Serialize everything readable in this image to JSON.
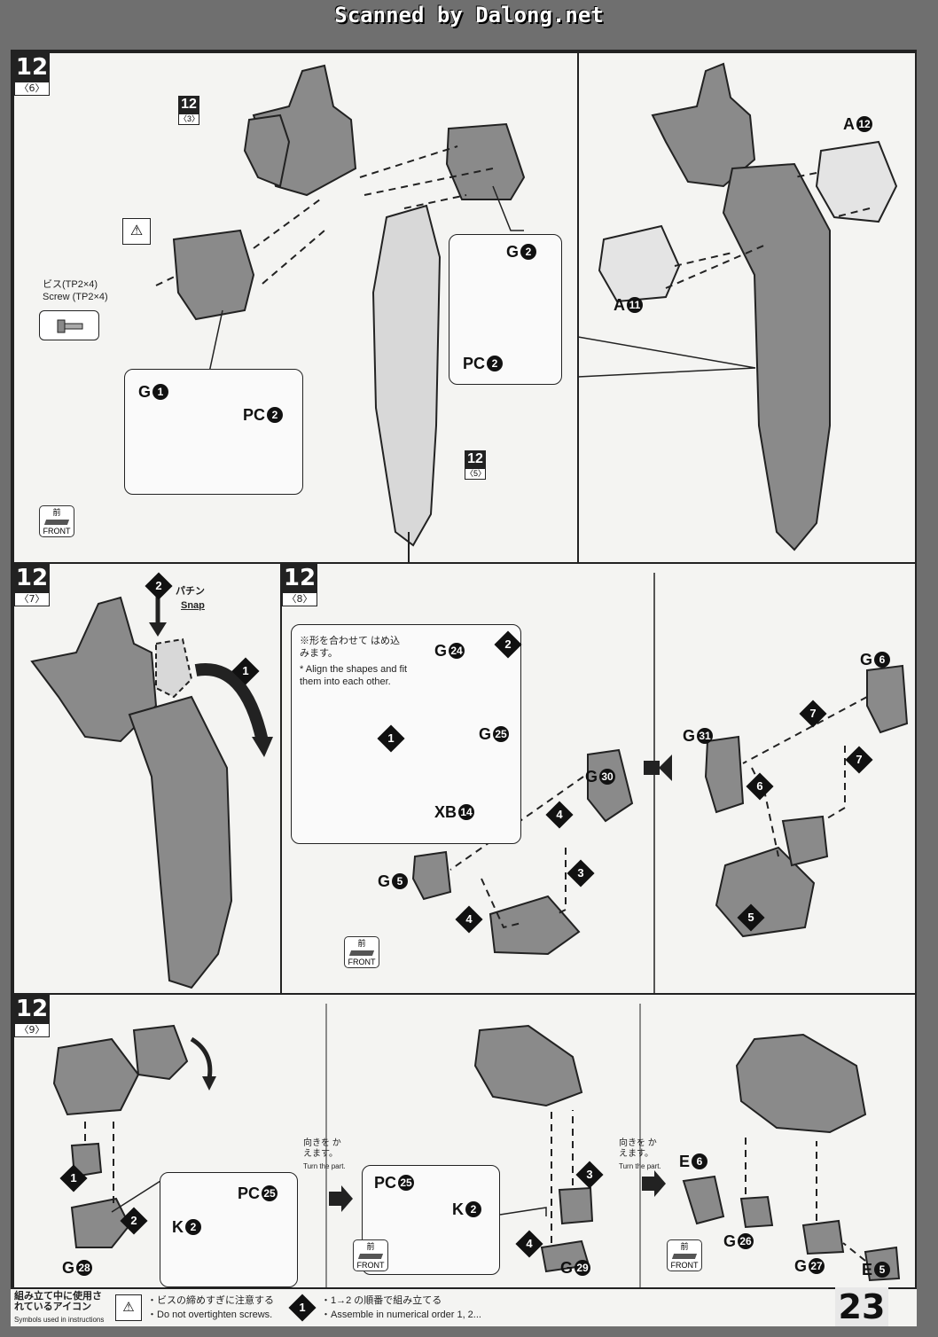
{
  "header": {
    "scan_credit": "Scanned by Dalong.net"
  },
  "steps": {
    "s6": {
      "num": "12",
      "sub": "〈6〉"
    },
    "s7": {
      "num": "12",
      "sub": "〈7〉"
    },
    "s8": {
      "num": "12",
      "sub": "〈8〉"
    },
    "s9": {
      "num": "12",
      "sub": "〈9〉"
    }
  },
  "refs": {
    "r3": {
      "num": "12",
      "sub": "〈3〉"
    },
    "r5": {
      "num": "12",
      "sub": "〈5〉"
    }
  },
  "step6": {
    "screw_jp": "ビス(TP2×4)",
    "screw_en": "Screw (TP2×4)",
    "g1": "G",
    "g1_n": "1",
    "pc2a": "PC",
    "pc2a_n": "2",
    "g2": "G",
    "g2_n": "2",
    "pc2b": "PC",
    "pc2b_n": "2",
    "a12": "A",
    "a12_n": "12",
    "a11": "A",
    "a11_n": "11"
  },
  "step7": {
    "snap_jp": "パチン",
    "snap_en": "Snap",
    "d1": "1",
    "d2": "2"
  },
  "step8": {
    "note_jp": "※形を合わせて はめ込みます。",
    "note_en": "* Align the shapes and fit them into each other.",
    "g24": "G",
    "g24_n": "24",
    "g25": "G",
    "g25_n": "25",
    "xb14": "XB",
    "xb14_n": "14",
    "g30": "G",
    "g30_n": "30",
    "g5": "G",
    "g5_n": "5",
    "g6": "G",
    "g6_n": "6",
    "g31": "G",
    "g31_n": "31",
    "d1": "1",
    "d2": "2",
    "d3": "3",
    "d4": "4",
    "d5": "5",
    "d6": "6",
    "d7": "7"
  },
  "step9": {
    "turn_jp": "向きを かえます。",
    "turn_en": "Turn the part.",
    "pc25a": "PC",
    "pc25a_n": "25",
    "k2a": "K",
    "k2a_n": "2",
    "g28": "G",
    "g28_n": "28",
    "pc25b": "PC",
    "pc25b_n": "25",
    "k2b": "K",
    "k2b_n": "2",
    "g29": "G",
    "g29_n": "29",
    "e6": "E",
    "e6_n": "6",
    "g26": "G",
    "g26_n": "26",
    "g27": "G",
    "g27_n": "27",
    "e5": "E",
    "e5_n": "5",
    "d1": "1",
    "d2": "2",
    "d3": "3",
    "d4": "4"
  },
  "front": {
    "jp": "前",
    "en": "FRONT"
  },
  "footer": {
    "icons_jp": "組み立て中に使用されているアイコン",
    "icons_en": "Symbols used in instructions",
    "screw_note_jp": "・ビスの締めすぎに注意する",
    "screw_note_en": "・Do not overtighten screws.",
    "order_jp": "・1→2 の順番で組み立てる",
    "order_en": "・Assemble in numerical order 1, 2...",
    "order_num": "1"
  },
  "page_number": "23",
  "colors": {
    "part": "#8a8a8a",
    "part_dark": "#5d5d5d",
    "ink": "#222222"
  }
}
